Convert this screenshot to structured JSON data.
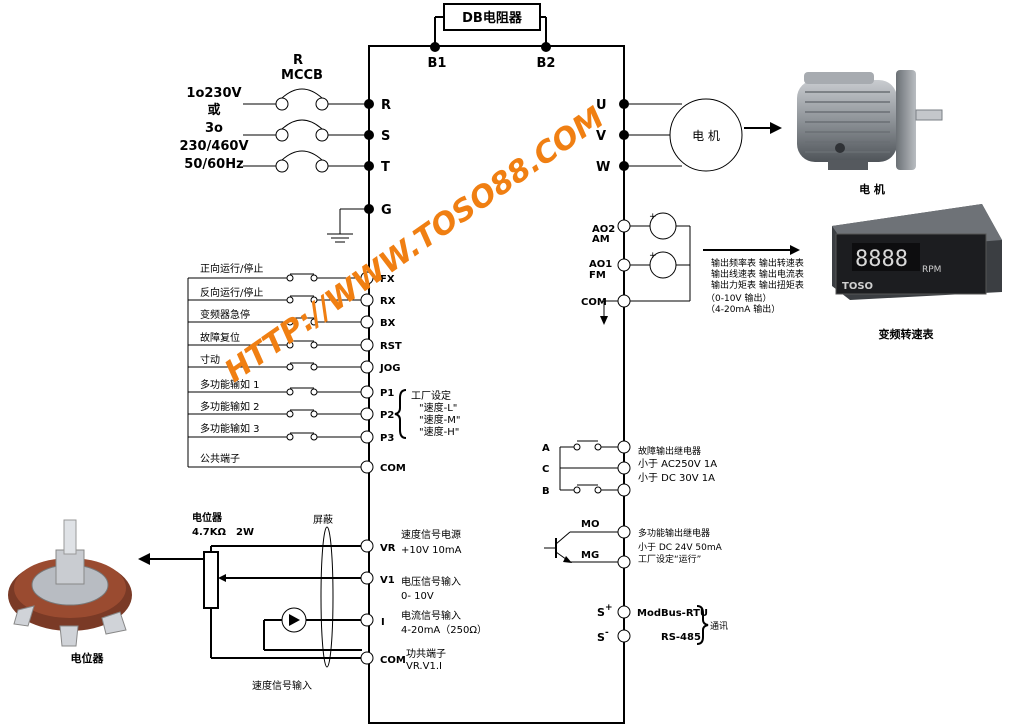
{
  "db_resistor": "DB电阻器",
  "b1": "B1",
  "b2": "B2",
  "breaker": {
    "r": "R",
    "mccb": "MCCB"
  },
  "supply": [
    "1o230V",
    "或",
    "3o",
    "230/460V",
    "50/60Hz"
  ],
  "power_terminals": [
    "R",
    "S",
    "T",
    "G"
  ],
  "output_terminals": [
    "U",
    "V",
    "W"
  ],
  "motor_label": "电 机",
  "motor_caption": "电 机",
  "analog_out": {
    "ao2": "AO2",
    "am": "AM",
    "ao1": "AO1",
    "fm": "FM",
    "com": "COM"
  },
  "meter_lines": [
    "输出频率表  输出转速表",
    "输出线速表  输出电流表",
    "输出力矩表  输出扭矩表",
    "（0-10V 输出）",
    "（4-20mA 输出）"
  ],
  "meter_brand": "TOSO",
  "meter_display": "8888",
  "meter_unit": "RPM",
  "meter_caption": "变频转速表",
  "inputs": [
    {
      "label": "正向运行/停止",
      "terminal": "FX"
    },
    {
      "label": "反向运行/停止",
      "terminal": "RX"
    },
    {
      "label": "变频器急停",
      "terminal": "BX"
    },
    {
      "label": "故障复位",
      "terminal": "RST"
    },
    {
      "label": "寸动",
      "terminal": "JOG"
    },
    {
      "label": "多功能输如 1",
      "terminal": "P1"
    },
    {
      "label": "多功能输如 2",
      "terminal": "P2"
    },
    {
      "label": "多功能输如 3",
      "terminal": "P3"
    },
    {
      "label": "公共端子",
      "terminal": "COM"
    }
  ],
  "factory_setting": [
    "工厂设定",
    "\"速度-L\"",
    "\"速度-M\"",
    "\"速度-H\""
  ],
  "relay": {
    "a": "A",
    "c": "C",
    "b": "B",
    "lines": [
      "故障输出继电器",
      "小于 AC250V 1A",
      "小于 DC 30V 1A"
    ]
  },
  "multi_out": {
    "mo": "MO",
    "mg": "MG",
    "lines": [
      "多功能输出继电器",
      "小于 DC 24V 50mA",
      "工厂设定“运行”"
    ]
  },
  "comm": {
    "sp": "S",
    "sn": "S",
    "sup_p": "+",
    "sup_n": "-",
    "line1": "ModBus-RTU",
    "line2": "RS-485",
    "note": "通讯"
  },
  "pot": {
    "label": "电位器",
    "spec_val": "4.7KΩ",
    "spec_w": "2W",
    "caption": "电位器"
  },
  "shield": "屏蔽",
  "speed_input": "速度信号输入",
  "analog_in": [
    {
      "terminal": "VR",
      "lines": [
        "速度信号电源",
        "+10V 10mA"
      ]
    },
    {
      "terminal": "V1",
      "lines": [
        "电压信号输入",
        "0- 10V"
      ]
    },
    {
      "terminal": "I",
      "lines": [
        "电流信号输入",
        "4-20mA（250Ω）"
      ]
    },
    {
      "terminal": "COM",
      "lines": [
        "功共端子",
        "VR.V1.I"
      ]
    }
  ],
  "watermark": "HTTP://WWW.TOSO88.COM"
}
